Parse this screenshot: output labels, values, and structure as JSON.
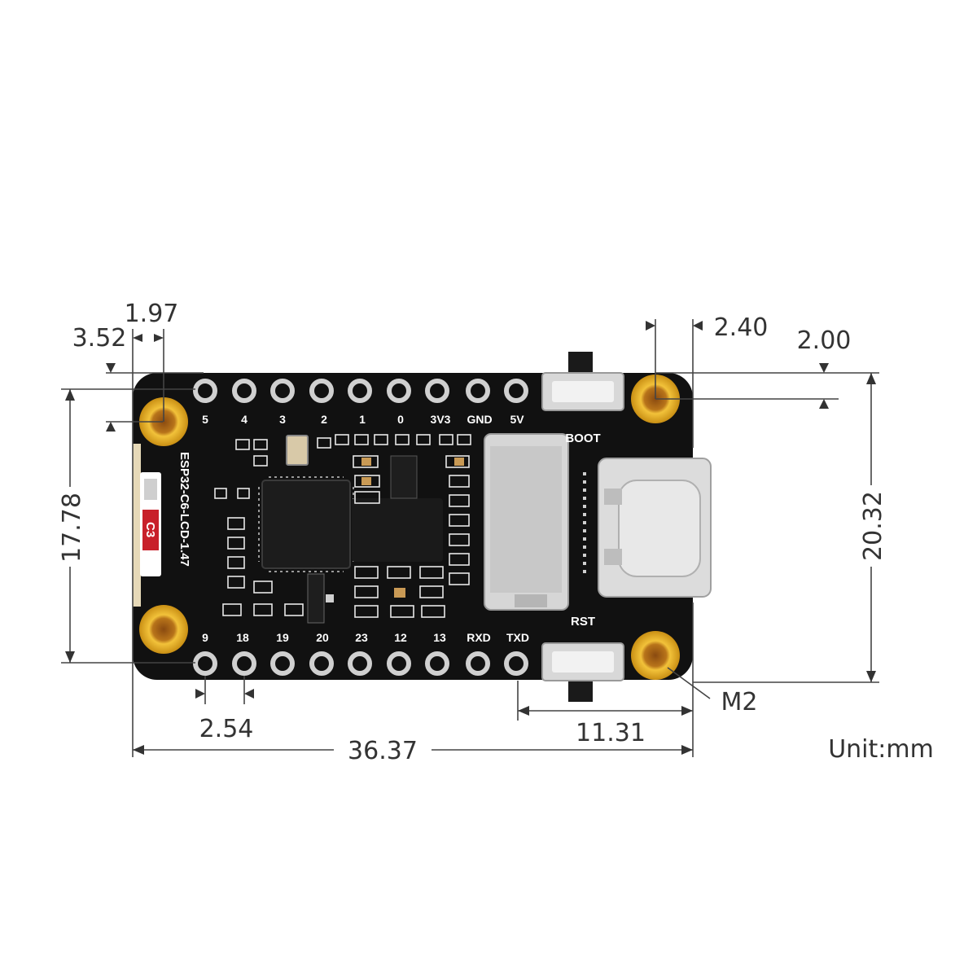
{
  "board": {
    "name": "ESP32-C6-LCD-1.47",
    "top_pins": [
      "5",
      "4",
      "3",
      "2",
      "1",
      "0",
      "3V3",
      "GND",
      "5V"
    ],
    "bottom_pins": [
      "9",
      "18",
      "19",
      "20",
      "23",
      "12",
      "13",
      "RXD",
      "TXD"
    ],
    "boot_label": "BOOT",
    "rst_label": "RST",
    "chip_badge": "C3",
    "colors": {
      "pcb": "#111111",
      "gold": "#d9a21c",
      "silver": "#cfcfcf",
      "badge": "#c8202a"
    }
  },
  "dimensions": {
    "d_352": "3.52",
    "d_197": "1.97",
    "d_240": "2.40",
    "d_200": "2.00",
    "d_1778": "17.78",
    "d_2032": "20.32",
    "d_254": "2.54",
    "d_3637": "36.37",
    "d_1131": "11.31",
    "hole": "M2",
    "unit": "Unit:mm"
  }
}
